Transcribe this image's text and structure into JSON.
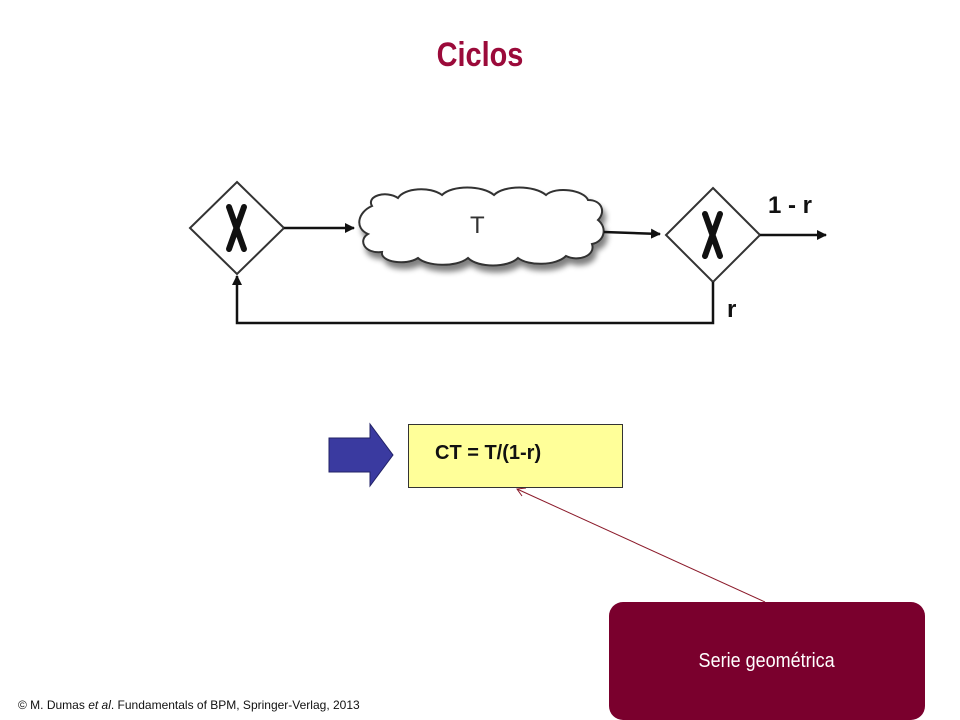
{
  "title": "Ciclos",
  "diagram": {
    "task_label": "T",
    "exit_label": "1 - r",
    "loop_label": "r"
  },
  "formula": "CT = T/(1-r)",
  "callout": "Serie geométrica",
  "citation": {
    "prefix": "© M. Dumas ",
    "etal": "et al",
    "suffix": ". Fundamentals of BPM, Springer-Verlag, 2013"
  },
  "colors": {
    "title": "#9b0a3a",
    "callout_bg": "#7a002d",
    "formula_bg": "#ffff99",
    "arrow_fill": "#3a3aa0",
    "pointer_line": "#8b1a2a"
  }
}
